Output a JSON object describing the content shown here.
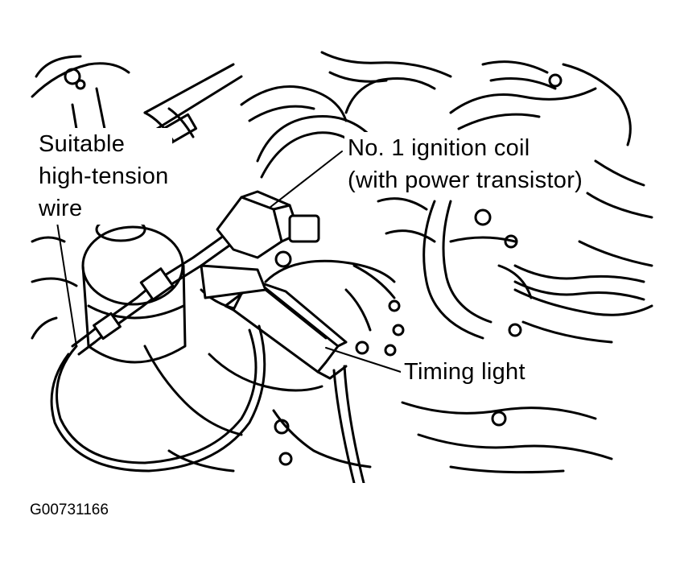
{
  "labels": {
    "wire": [
      "Suitable",
      "high-tension",
      "wire"
    ],
    "coil": [
      "No. 1 ignition coil",
      "(with power transistor)"
    ],
    "timing_light": "Timing light"
  },
  "figure_code": "G00731166",
  "colors": {
    "ink": "#000000",
    "paper": "#ffffff"
  }
}
